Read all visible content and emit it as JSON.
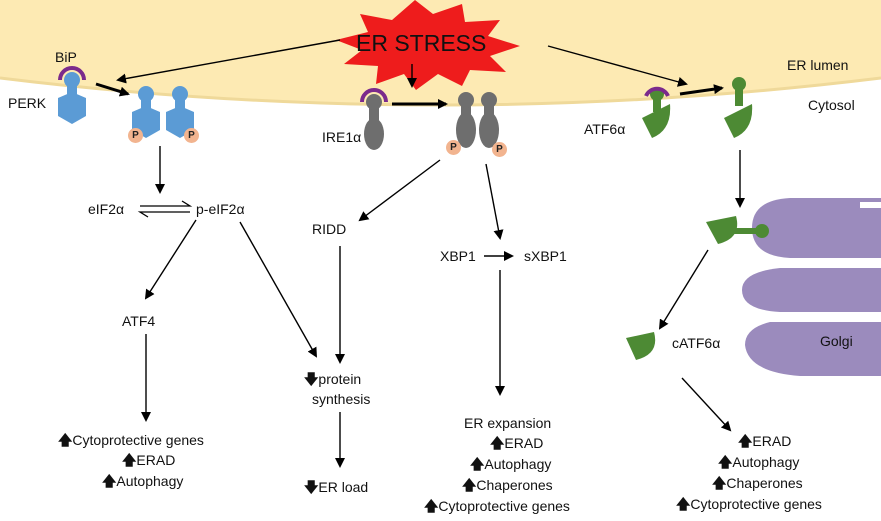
{
  "title": "ER STRESS",
  "regions": {
    "lumen": "ER lumen",
    "cytosol": "Cytosol",
    "golgi": "Golgi"
  },
  "sensors": {
    "bip": "BiP",
    "perk": "PERK",
    "ire1": "IRE1α",
    "atf6": "ATF6α"
  },
  "phospho": "P",
  "perk_branch": {
    "eif2a": "eIF2α",
    "peif2a": "p-eIF2α",
    "atf4": "ATF4",
    "outcomes": [
      "Cytoprotective genes",
      "ERAD",
      "Autophagy"
    ]
  },
  "ire1_branch": {
    "ridd": "RIDD",
    "xbp1": "XBP1",
    "sxbp1": "sXBP1",
    "outcome_title": "ER expansion",
    "outcomes": [
      "ERAD",
      "Autophagy",
      "Chaperones",
      "Cytoprotective genes"
    ]
  },
  "protein": {
    "line1": "protein",
    "line2": "synthesis",
    "er_load": "ER load"
  },
  "atf6_branch": {
    "catf6": "cATF6α",
    "outcomes": [
      "ERAD",
      "Autophagy",
      "Chaperones",
      "Cytoprotective genes"
    ]
  },
  "colors": {
    "lumen": "#fdeab3",
    "membrane": "#efd99a",
    "perk": "#5b9bd5",
    "ire1": "#6e6e6e",
    "atf6": "#4d8a34",
    "bip": "#7b2a8c",
    "golgi": "#9b8bbd",
    "star": "#ee1c1c",
    "phospho": "#f2b48f"
  }
}
